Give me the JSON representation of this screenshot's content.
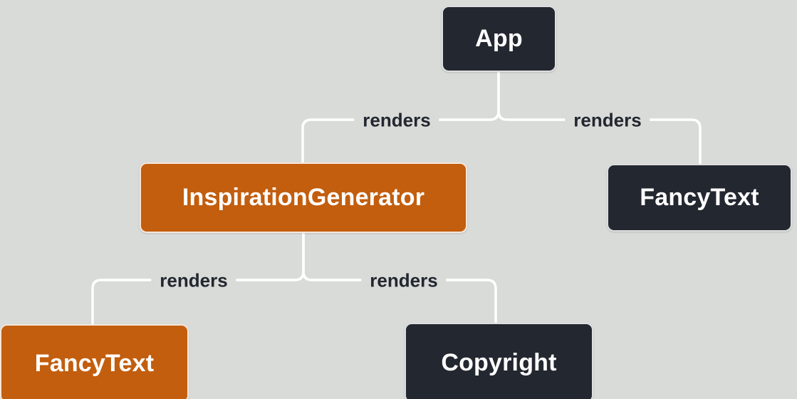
{
  "diagram": {
    "type": "render-tree",
    "colors": {
      "background": "#d8dbd8",
      "node_dark": "#23272f",
      "node_highlight": "#c25e0e",
      "node_text": "#ffffff",
      "line": "#ffffff",
      "edge_label_text": "#23272f"
    },
    "nodes": [
      {
        "id": "app",
        "label": "App",
        "variant": "dark"
      },
      {
        "id": "inspiration-generator",
        "label": "InspirationGenerator",
        "variant": "highlight"
      },
      {
        "id": "fancy-text-right",
        "label": "FancyText",
        "variant": "dark"
      },
      {
        "id": "fancy-text-left",
        "label": "FancyText",
        "variant": "highlight"
      },
      {
        "id": "copyright",
        "label": "Copyright",
        "variant": "dark"
      }
    ],
    "edges": [
      {
        "from": "App",
        "to": "InspirationGenerator",
        "label": "renders"
      },
      {
        "from": "App",
        "to": "FancyText",
        "label": "renders"
      },
      {
        "from": "InspirationGenerator",
        "to": "FancyText",
        "label": "renders"
      },
      {
        "from": "InspirationGenerator",
        "to": "Copyright",
        "label": "renders"
      }
    ]
  }
}
